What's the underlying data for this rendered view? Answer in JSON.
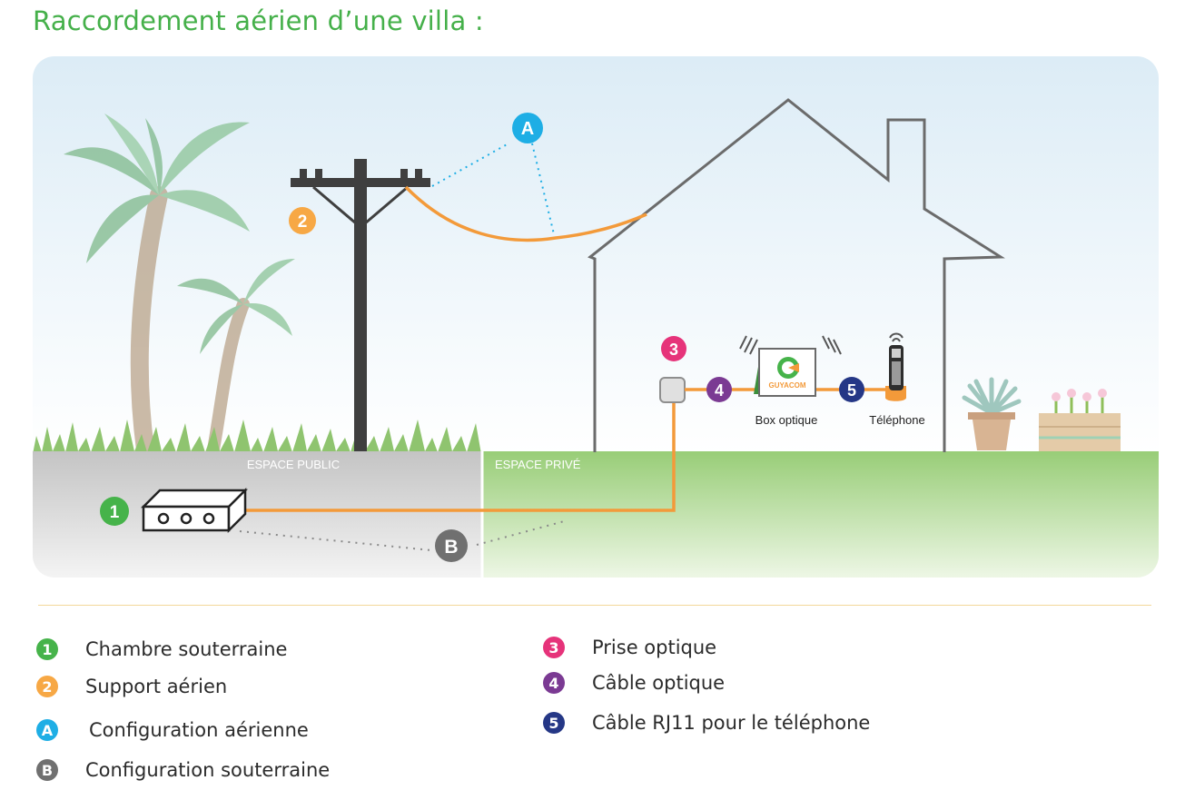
{
  "title": "Raccordement aérien d’une villa :",
  "zones": {
    "public": "ESPACE PUBLIC",
    "private": "ESPACE PRIVÉ"
  },
  "device_labels": {
    "box": "Box optique",
    "phone": "Téléphone",
    "box_logo": "GUYACOM"
  },
  "markers": {
    "m1": "1",
    "m2": "2",
    "m3": "3",
    "m4": "4",
    "m5": "5",
    "mA": "A",
    "mB": "B"
  },
  "legend": {
    "left": [
      {
        "badge": "1",
        "label": "Chambre souterraine",
        "color": "#46b34a"
      },
      {
        "badge": "2",
        "label": "Support aérien",
        "color": "#f7a845"
      },
      {
        "badge": "A",
        "label": "Configuration aérienne",
        "color": "#1eaee5"
      },
      {
        "badge": "B",
        "label": "Configuration souterraine",
        "color": "#707070"
      }
    ],
    "right": [
      {
        "badge": "3",
        "label": "Prise optique",
        "color": "#e6337a"
      },
      {
        "badge": "4",
        "label": "Câble optique",
        "color": "#7b3a93"
      },
      {
        "badge": "5",
        "label": "Câble RJ11 pour le téléphone",
        "color": "#253786"
      }
    ]
  },
  "colors": {
    "title": "#45b04a",
    "cable": "#f39a3a",
    "sky": "#e9f3f9",
    "ground_public": "#c8c8c8",
    "ground_private": "#9ccf7b",
    "pole": "#3f3f3f"
  }
}
